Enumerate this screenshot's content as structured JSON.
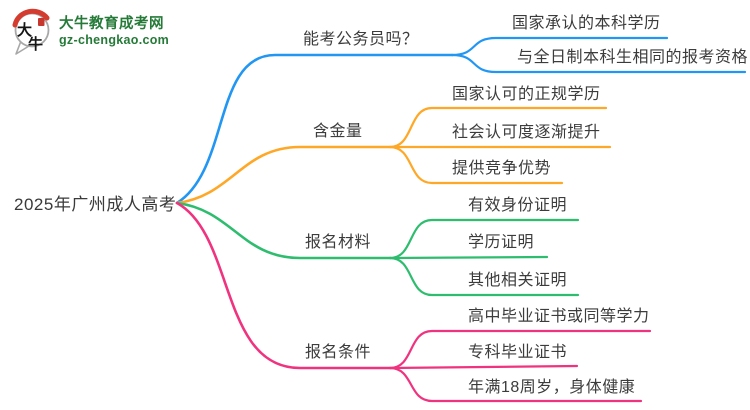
{
  "logo": {
    "site_name": "大牛教育成考网",
    "site_url": "gz-chengkao.com",
    "icon_char1": "大",
    "icon_char2": "牛",
    "brand_green": "#257a38",
    "seal_red": "#c8372d"
  },
  "mindmap": {
    "root": {
      "label": "2025年广州成人高考"
    },
    "branches": [
      {
        "label": "能考公务员吗？",
        "color": "#2196f3",
        "children": [
          "国家承认的本科学历",
          "与全日制本科生相同的报考资格"
        ]
      },
      {
        "label": "含金量",
        "color": "#ffa726",
        "children": [
          "国家认可的正规学历",
          "社会认可度逐渐提升",
          "提供竞争优势"
        ]
      },
      {
        "label": "报名材料",
        "color": "#2ebd6e",
        "children": [
          "有效身份证明",
          "学历证明",
          "其他相关证明"
        ]
      },
      {
        "label": "报名条件",
        "color": "#f0337f",
        "children": [
          "高中毕业证书或同等学力",
          "专科毕业证书",
          "年满18周岁，身体健康"
        ]
      }
    ]
  }
}
